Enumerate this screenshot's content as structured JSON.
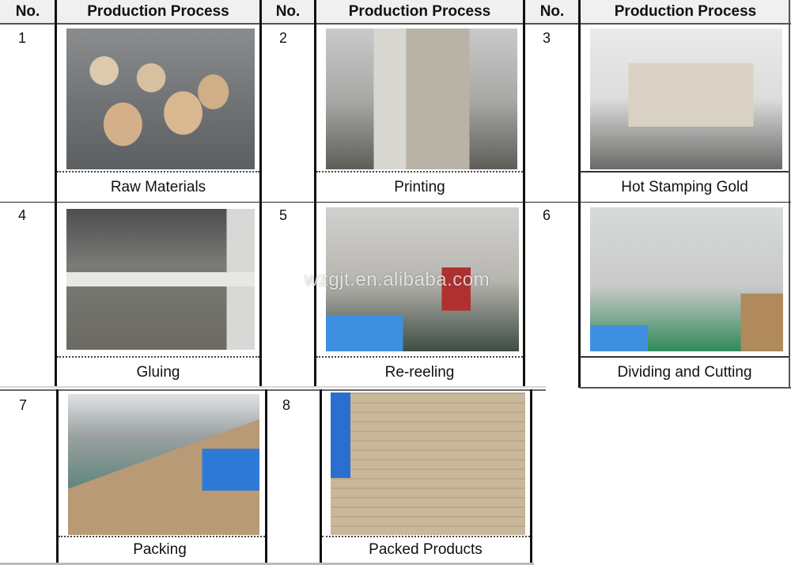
{
  "table": {
    "headers": {
      "no": "No.",
      "process": "Production Process"
    },
    "steps": [
      {
        "no": "1",
        "caption": "Raw Materials",
        "photo": "raw-materials-photo"
      },
      {
        "no": "2",
        "caption": "Printing",
        "photo": "printing-photo"
      },
      {
        "no": "3",
        "caption": "Hot Stamping Gold",
        "photo": "hot-stamping-photo"
      },
      {
        "no": "4",
        "caption": "Gluing",
        "photo": "gluing-photo"
      },
      {
        "no": "5",
        "caption": "Re-reeling",
        "photo": "re-reeling-photo"
      },
      {
        "no": "6",
        "caption": "Dividing and Cutting",
        "photo": "dividing-cutting-photo"
      },
      {
        "no": "7",
        "caption": "Packing",
        "photo": "packing-photo"
      },
      {
        "no": "8",
        "caption": "Packed Products",
        "photo": "packed-products-photo"
      }
    ]
  },
  "watermark": "wzgjt.en.alibaba.com",
  "colors": {
    "header_bg": "#f0f0f0",
    "border": "#111111"
  }
}
